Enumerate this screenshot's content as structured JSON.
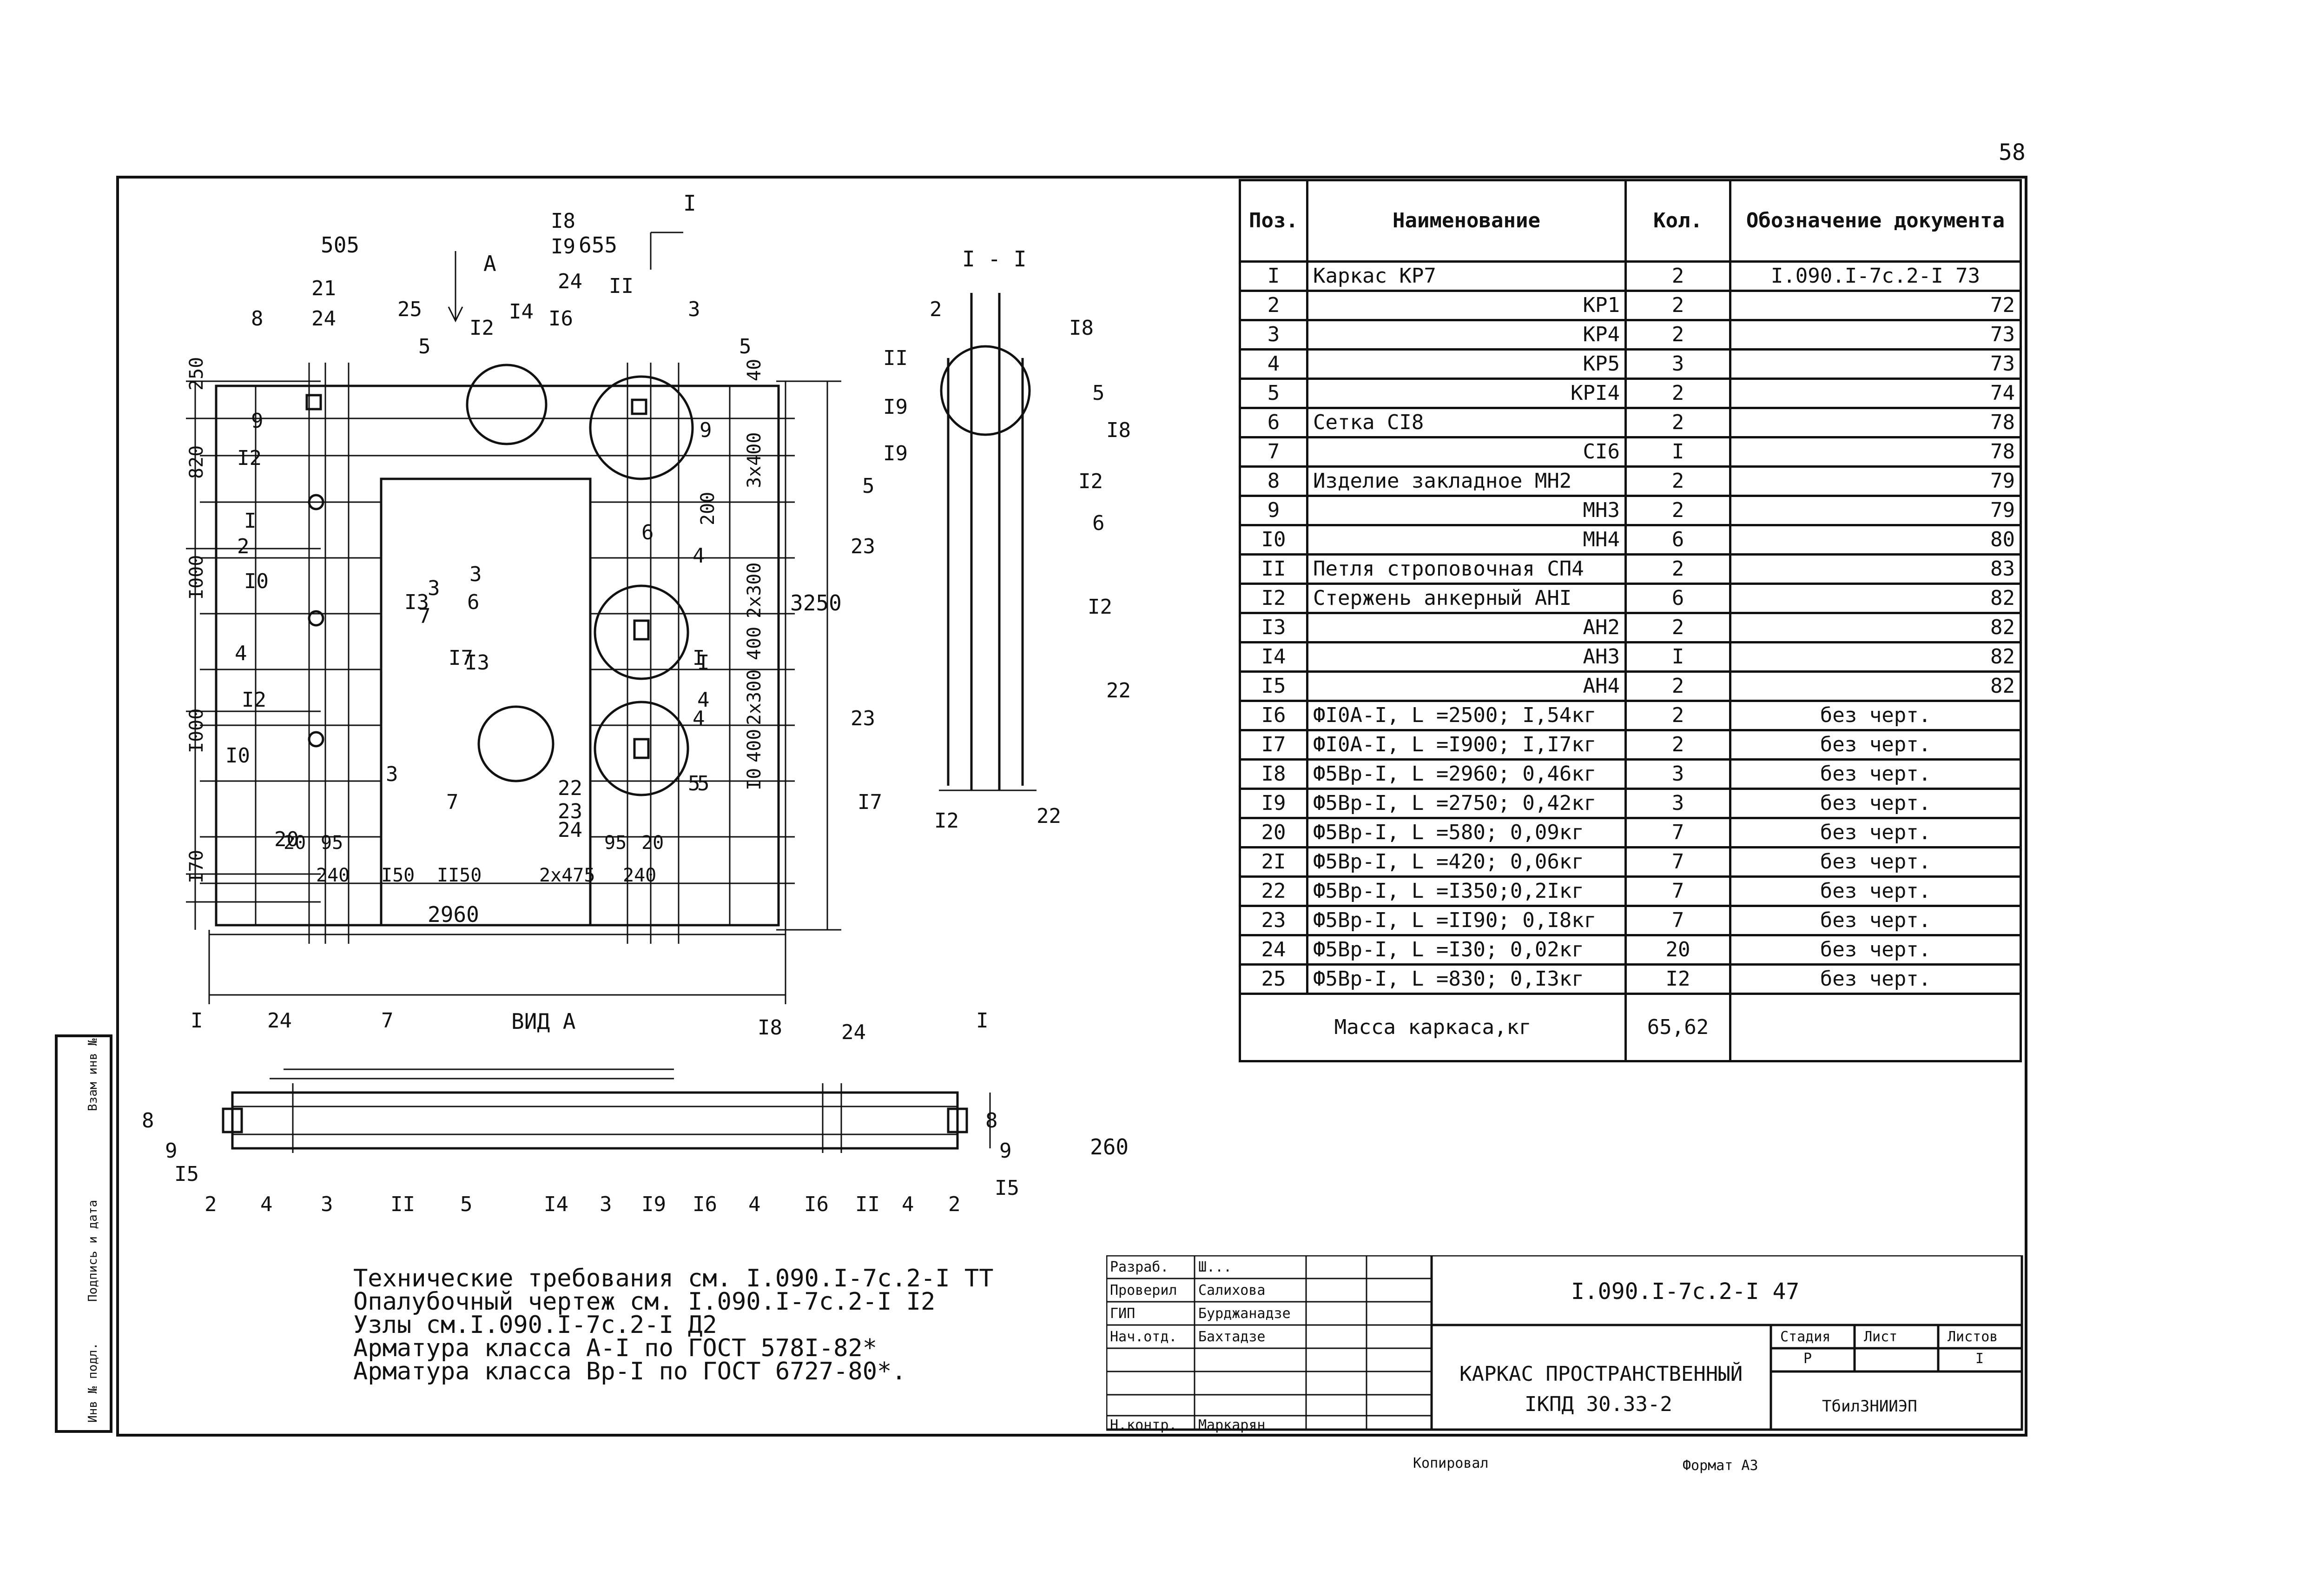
{
  "page_number": "58",
  "spec": {
    "headers": {
      "pos": "Поз.",
      "name": "Наименование",
      "qty": "Кол.",
      "doc": "Обозначение документа"
    },
    "rows": [
      {
        "pos": "I",
        "name": "Каркас КР7",
        "qty": "2",
        "doc": "I.090.I-7с.2-I 73"
      },
      {
        "pos": "2",
        "name": "КР1",
        "qty": "2",
        "doc": "72"
      },
      {
        "pos": "3",
        "name": "КР4",
        "qty": "2",
        "doc": "73"
      },
      {
        "pos": "4",
        "name": "КР5",
        "qty": "3",
        "doc": "73"
      },
      {
        "pos": "5",
        "name": "КРI4",
        "qty": "2",
        "doc": "74"
      },
      {
        "pos": "6",
        "name": "Сетка  СI8",
        "qty": "2",
        "doc": "78"
      },
      {
        "pos": "7",
        "name": "СI6",
        "qty": "I",
        "doc": "78"
      },
      {
        "pos": "8",
        "name": "Изделие закладное МН2",
        "qty": "2",
        "doc": "79"
      },
      {
        "pos": "9",
        "name": "МН3",
        "qty": "2",
        "doc": "79"
      },
      {
        "pos": "I0",
        "name": "МН4",
        "qty": "6",
        "doc": "80"
      },
      {
        "pos": "II",
        "name": "Петля строповочная СП4",
        "qty": "2",
        "doc": "83"
      },
      {
        "pos": "I2",
        "name": "Стержень анкерный АНI",
        "qty": "6",
        "doc": "82"
      },
      {
        "pos": "I3",
        "name": "АН2",
        "qty": "2",
        "doc": "82"
      },
      {
        "pos": "I4",
        "name": "АН3",
        "qty": "I",
        "doc": "82"
      },
      {
        "pos": "I5",
        "name": "АН4",
        "qty": "2",
        "doc": "82"
      },
      {
        "pos": "I6",
        "name": "ФI0А-I, L =2500; I,54кг",
        "qty": "2",
        "doc": "без черт."
      },
      {
        "pos": "I7",
        "name": "ФI0А-I, L =I900; I,I7кг",
        "qty": "2",
        "doc": "без черт."
      },
      {
        "pos": "I8",
        "name": "Ф5Вр-I, L =2960; 0,46кг",
        "qty": "3",
        "doc": "без черт."
      },
      {
        "pos": "I9",
        "name": "Ф5Вр-I, L =2750; 0,42кг",
        "qty": "3",
        "doc": "без черт."
      },
      {
        "pos": "20",
        "name": "Ф5Вр-I, L =580; 0,09кг",
        "qty": "7",
        "doc": "без черт."
      },
      {
        "pos": "2I",
        "name": "Ф5Вр-I, L =420; 0,06кг",
        "qty": "7",
        "doc": "без черт."
      },
      {
        "pos": "22",
        "name": "Ф5Вр-I, L =I350;0,2Iкг",
        "qty": "7",
        "doc": "без черт."
      },
      {
        "pos": "23",
        "name": "Ф5Вр-I, L =II90; 0,I8кг",
        "qty": "7",
        "doc": "без черт."
      },
      {
        "pos": "24",
        "name": "Ф5Вр-I, L =I30; 0,02кг",
        "qty": "20",
        "doc": "без черт."
      },
      {
        "pos": "25",
        "name": "Ф5Вр-I, L =830; 0,I3кг",
        "qty": "I2",
        "doc": "без черт."
      }
    ],
    "mass_label": "Масса каркаса,кг",
    "mass_value": "65,62"
  },
  "plan": {
    "section_marker": "I",
    "view_arrow": "A",
    "left_dims": [
      "250",
      "820",
      "I000",
      "I000",
      "I70"
    ],
    "right_dims": [
      "40",
      "3x400",
      "200",
      "2x300",
      "400",
      "2x300",
      "400",
      "I0"
    ],
    "right_total": "3250",
    "top_dims": [
      "505",
      "655"
    ],
    "bottom_dims": [
      "20",
      "95",
      "240",
      "I50",
      "II50",
      "2x475",
      "95",
      "20",
      "240"
    ],
    "total_width": "2960",
    "labels": [
      "8",
      "9",
      "I2",
      "I",
      "2",
      "I0",
      "4",
      "I2",
      "I0",
      "20",
      "21",
      "24",
      "25",
      "5",
      "I2",
      "I4",
      "I6",
      "I8",
      "I9",
      "II",
      "24",
      "3",
      "9",
      "5",
      "3",
      "6",
      "3",
      "I3",
      "7",
      "I7",
      "3",
      "6",
      "7",
      "I3",
      "4",
      "4",
      "I",
      "4",
      "5",
      "22",
      "23",
      "24",
      "I",
      "5"
    ]
  },
  "section": {
    "title": "I - I",
    "labels": [
      "2",
      "II",
      "I9",
      "I9",
      "5",
      "23",
      "23",
      "I7",
      "I2",
      "I8",
      "5",
      "I8",
      "I2",
      "6",
      "I2",
      "22",
      "22"
    ]
  },
  "view_a": {
    "title": "ВИД А",
    "height_dim": "260",
    "labels": [
      "I",
      "24",
      "7",
      "I8",
      "24",
      "I",
      "8",
      "9",
      "I5",
      "2",
      "4",
      "3",
      "II",
      "5",
      "I4",
      "3",
      "I9",
      "I6",
      "4",
      "I6",
      "II",
      "4",
      "2",
      "8",
      "9",
      "I5"
    ]
  },
  "notes": [
    "Технические требования см. I.090.I-7с.2-I ТТ",
    "Опалубочный чертеж см. I.090.I-7с.2-I I2",
    "Узлы см.I.090.I-7с.2-I Д2",
    "Арматура класса А-I по ГОСТ 578I-82*",
    "Арматура класса Вр-I по ГОСТ 6727-80*."
  ],
  "side_stamp": [
    "Взам инв №",
    "Подпись и дата",
    "Инв № подл."
  ],
  "titleblock": {
    "designation": "I.090.I-7с.2-I 47",
    "title_line1": "КАРКАС ПРОСТРАНСТВЕННЫЙ",
    "title_line2": "IКПД 30.33-2",
    "stage_label": "Стадия",
    "sheet_label": "Лист",
    "sheets_label": "Листов",
    "stage": "Р",
    "sheets": "I",
    "org": "ТбилЗНИИЭП",
    "roles": [
      {
        "role": "Разраб.",
        "name": "Ш..."
      },
      {
        "role": "Проверил",
        "name": "Салихова"
      },
      {
        "role": "ГИП",
        "name": "Бурджанадзе"
      },
      {
        "role": "Нач.отд.",
        "name": "Бахтадзе"
      },
      {
        "role": "Н.контр.",
        "name": "Маркарян"
      }
    ],
    "copied": "Копировал",
    "format": "Формат А3"
  }
}
